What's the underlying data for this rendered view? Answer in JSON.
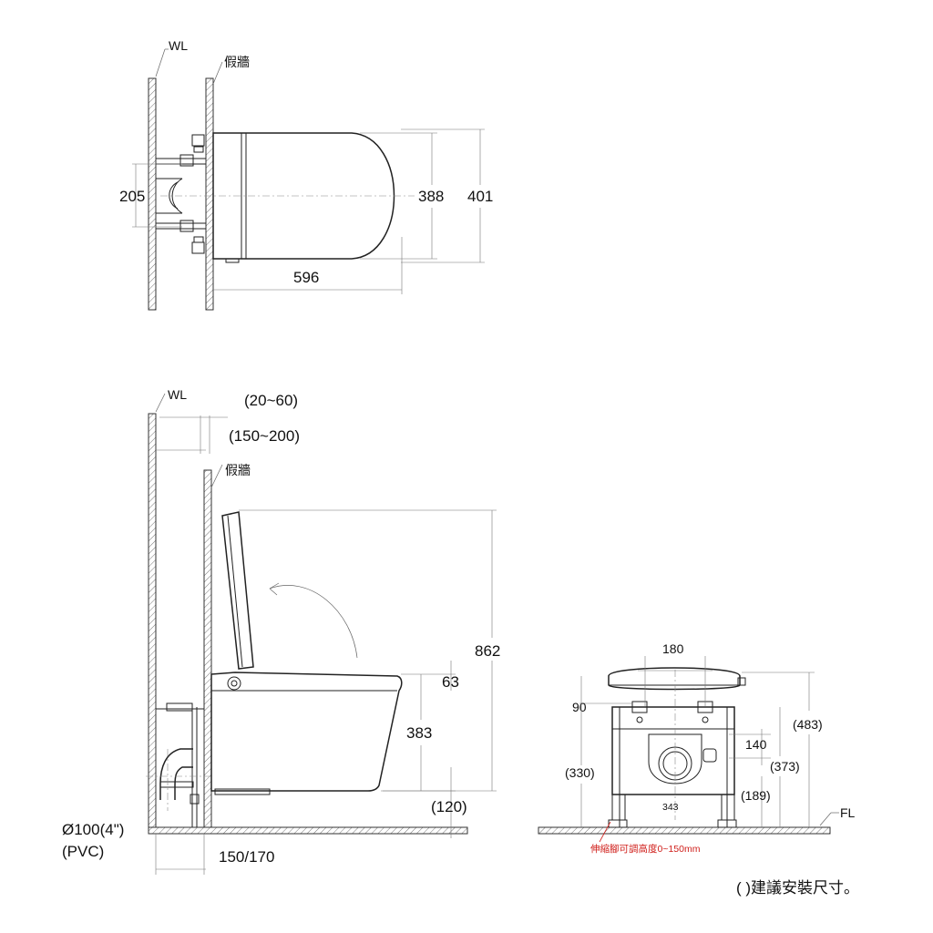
{
  "top_view": {
    "wl_label": "WL",
    "false_wall_label": "假牆",
    "dim_205": "205",
    "dim_388": "388",
    "dim_401": "401",
    "dim_596": "596"
  },
  "side_view": {
    "wl_label": "WL",
    "false_wall_label": "假牆",
    "dim_20_60": "(20~60)",
    "dim_150_200": "(150~200)",
    "dim_862": "862",
    "dim_63": "63",
    "dim_383": "383",
    "dim_120": "(120)",
    "pipe_label_1": "Ø100(4\")",
    "pipe_label_2": "(PVC)",
    "dim_150_170": "150/170"
  },
  "front_view": {
    "dim_180": "180",
    "dim_90": "90",
    "dim_483": "(483)",
    "dim_140": "140",
    "dim_373": "(373)",
    "dim_330": "(330)",
    "dim_343": "343",
    "dim_189": "(189)",
    "fl_label": "FL",
    "adjust_note": "伸縮腳可調高度0~150mm"
  },
  "footnote": "( )建議安裝尺寸。"
}
